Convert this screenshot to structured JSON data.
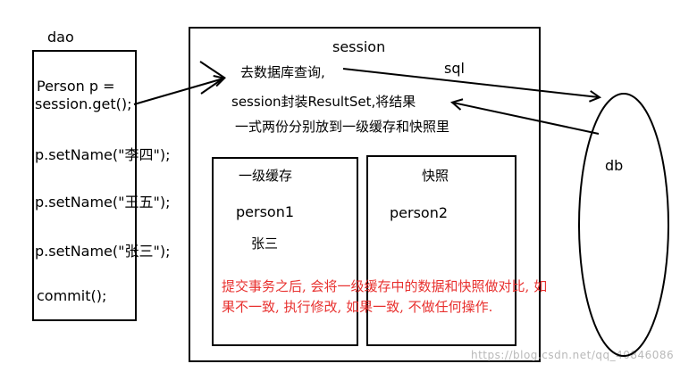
{
  "dao": {
    "title": "dao",
    "lines": [
      "Person p =",
      "session.get();",
      "p.setName(\"李四\");",
      "p.setName(\"王五\");",
      "p.setName(\"张三\");",
      "commit();"
    ]
  },
  "session": {
    "title": "session",
    "line1": "去数据库查询,",
    "line2": "session封装ResultSet,将结果",
    "line3": "一式两份分别放到一级缓存和快照里"
  },
  "sql_label": "sql",
  "db_label": "db",
  "cache": {
    "title": "一级缓存",
    "object": "person1",
    "value": "张三"
  },
  "snapshot": {
    "title": "快照",
    "object": "person2"
  },
  "note": "提交事务之后, 会将一级缓存中的数据和快照做对比, 如果不一致, 执行修改, 如果一致, 不做任何操作.",
  "watermark": "https://blog.csdn.net/qq_40846086",
  "colors": {
    "note": "#e8312f",
    "line": "#000000"
  }
}
